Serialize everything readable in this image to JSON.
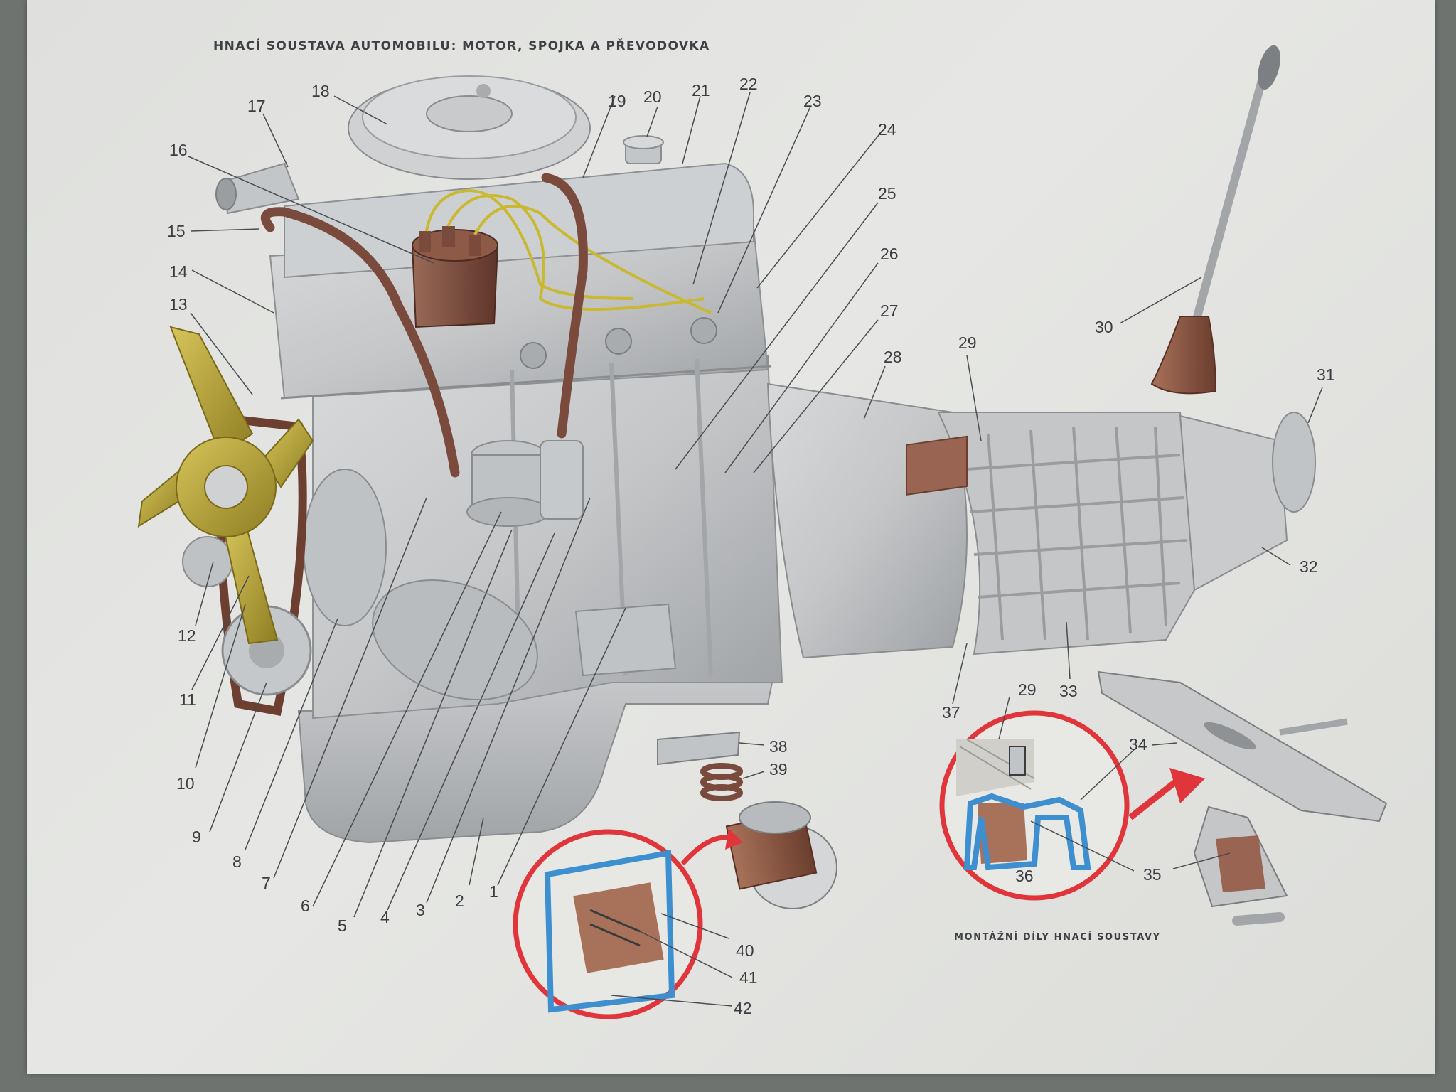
{
  "title": "HNACÍ SOUSTAVA AUTOMOBILU: MOTOR, SPOJKA A PŘEVODOVKA",
  "subtitle": "MONTÁŽNÍ DÍLY HNACÍ SOUSTAVY",
  "callouts": {
    "1": "1",
    "2": "2",
    "3": "3",
    "4": "4",
    "5": "5",
    "6": "6",
    "7": "7",
    "8": "8",
    "9": "9",
    "10": "10",
    "11": "11",
    "12": "12",
    "13": "13",
    "14": "14",
    "15": "15",
    "16": "16",
    "17": "17",
    "18": "18",
    "19": "19",
    "20": "20",
    "21": "21",
    "22": "22",
    "23": "23",
    "24": "24",
    "25": "25",
    "26": "26",
    "27": "27",
    "28": "28",
    "29": "29",
    "29b": "29",
    "30": "30",
    "31": "31",
    "32": "32",
    "33": "33",
    "34": "34",
    "35": "35",
    "36": "36",
    "37": "37",
    "38": "38",
    "39": "39",
    "40": "40",
    "41": "41",
    "42": "42"
  },
  "colors": {
    "paper": "#e2e3e0",
    "engine_metal": "#c9cbcc",
    "distributor": "#7a4a3c",
    "fan": "#b6a53a",
    "ignition_wire": "#c9b830",
    "rubber_mount": "#8a5a44",
    "detail_circle": "#e0353a",
    "detail_blue": "#3d8fd0"
  }
}
